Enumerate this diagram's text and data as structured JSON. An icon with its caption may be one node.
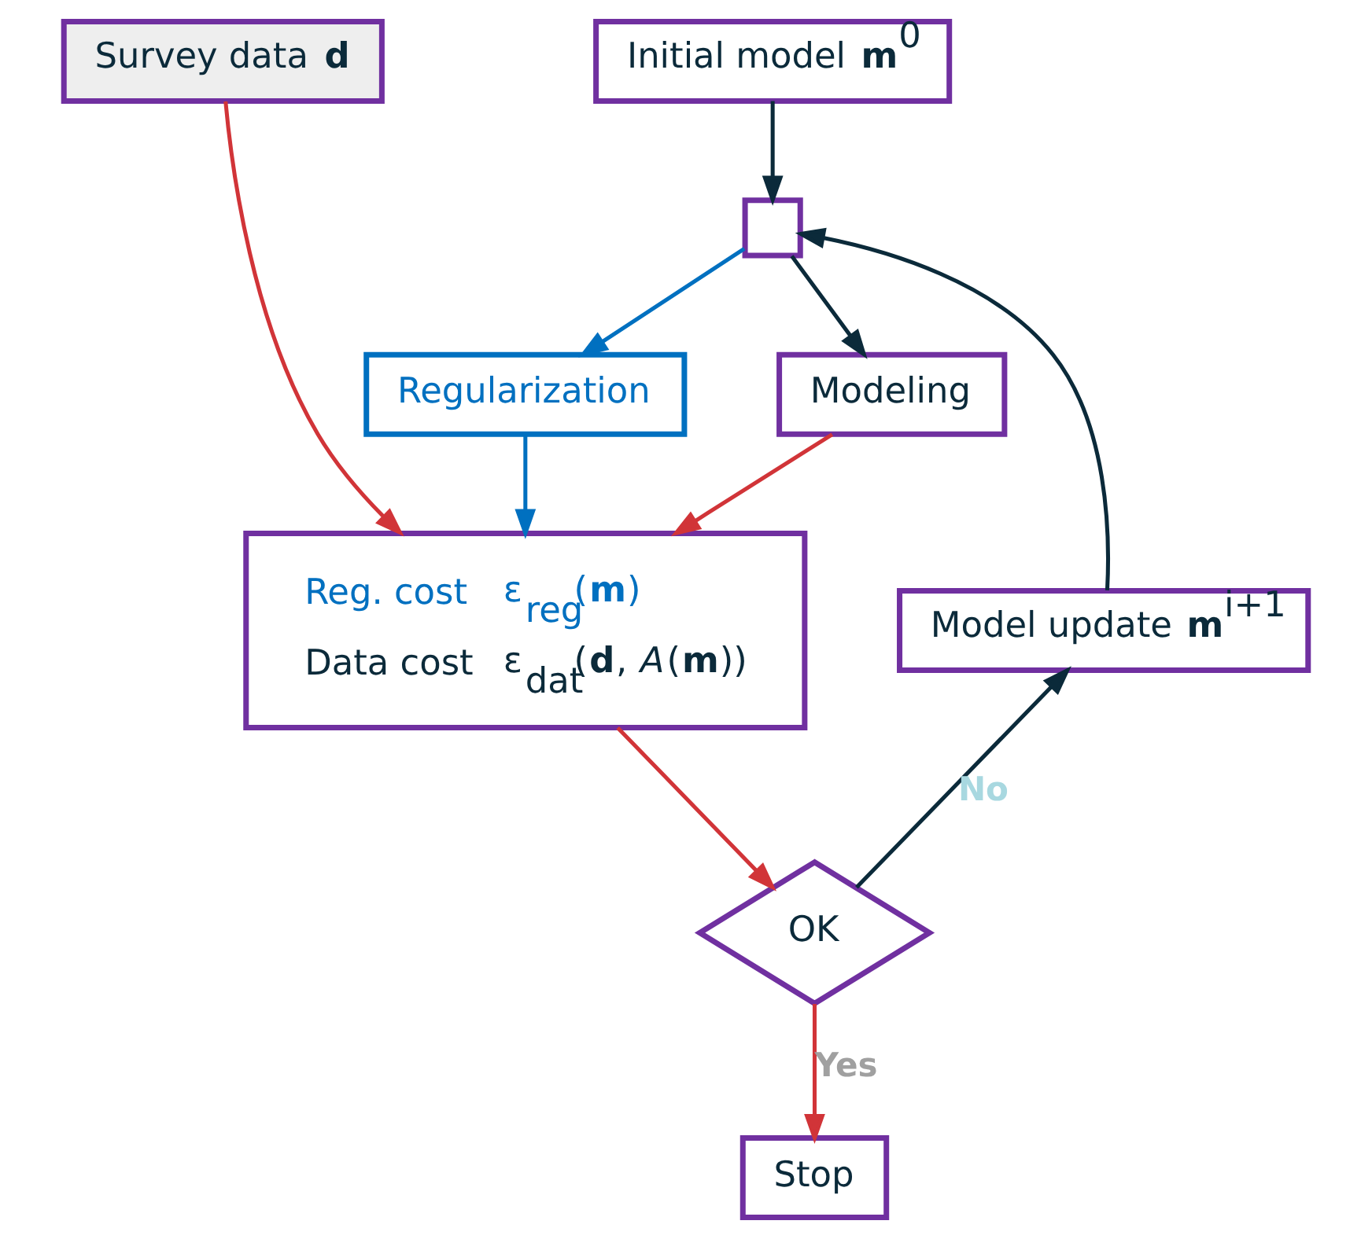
{
  "diagram": {
    "nodes": [
      {
        "text": [
          "Survey data **d**"
        ]
      },
      {
        "text": [
          "Initial model **m**$^{0}$"
        ]
      },
      {
        "text": [],
        "shape": "box"
      },
      {
        "text": [
          "Regularization"
        ]
      },
      {
        "text": [
          "Modeling"
        ]
      },
      {
        "text": [
          "Reg. cost",
          "ε$_{reg}$(**m**)",
          "Data cost",
          "ε$_{dat}$(**d**, *A*(**m**))"
        ]
      },
      {
        "text": [
          "Model update **m**$^{i+1}$"
        ]
      },
      {
        "text": [
          "OK"
        ]
      },
      {
        "text": [
          "Stop"
        ]
      }
    ],
    "edges": [
      {
        "from": 0,
        "to": 5,
        "arrow": "to",
        "color": "#d13438"
      },
      {
        "from": 1,
        "to": 2,
        "arrow": "to",
        "color": "#0b2a3a"
      },
      {
        "from": 2,
        "to": 3,
        "arrow": "to",
        "color": "#0070c0"
      },
      {
        "from": 2,
        "to": 4,
        "arrow": "to",
        "color": "#0b2a3a"
      },
      {
        "from": 3,
        "to": 5,
        "arrow": "to",
        "color": "#0070c0"
      },
      {
        "from": 4,
        "to": 5,
        "arrow": "to",
        "color": "#d13438"
      },
      {
        "from": 5,
        "to": 7,
        "arrow": "to",
        "color": "#d13438"
      },
      {
        "from": 7,
        "to": 6,
        "arrow": "to",
        "label": "No",
        "color": "#0b2a3a"
      },
      {
        "from": 6,
        "to": 2,
        "arrow": "to",
        "color": "#0b2a3a"
      },
      {
        "from": 7,
        "to": 8,
        "arrow": "to",
        "label": "Yes",
        "color": "#d13438"
      }
    ]
  }
}
